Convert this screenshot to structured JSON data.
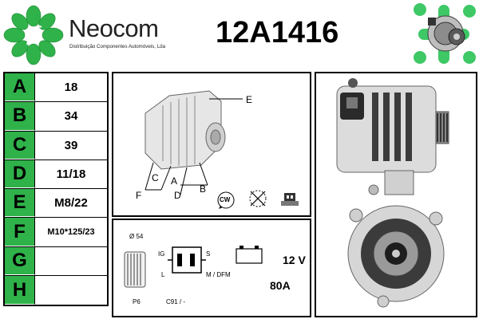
{
  "brand": {
    "name": "Neocom",
    "tagline": "Distribuição Componentes Automóveis, Lda"
  },
  "part_number": "12A1416",
  "specs": [
    {
      "letter": "A",
      "value": "18"
    },
    {
      "letter": "B",
      "value": "34"
    },
    {
      "letter": "C",
      "value": "39"
    },
    {
      "letter": "D",
      "value": "11/18"
    },
    {
      "letter": "E",
      "value": "M8/22"
    },
    {
      "letter": "F",
      "value": "M10*125/23"
    },
    {
      "letter": "G",
      "value": ""
    },
    {
      "letter": "H",
      "value": ""
    }
  ],
  "diagram": {
    "labels": {
      "e": "E",
      "c": "C",
      "a": "A",
      "f": "F",
      "d": "D",
      "b": "B"
    },
    "rotation": "CW"
  },
  "electrical": {
    "pulley_diameter": "Ø 54",
    "pulley_type": "P6",
    "terminal_ig": "IG",
    "terminal_s": "S",
    "terminal_l": "L",
    "terminal_m": "M / DFM",
    "connector_code": "C91 / -",
    "voltage": "12 V",
    "amperage": "80A"
  },
  "colors": {
    "accent": "#2fb24a",
    "border": "#000000"
  }
}
